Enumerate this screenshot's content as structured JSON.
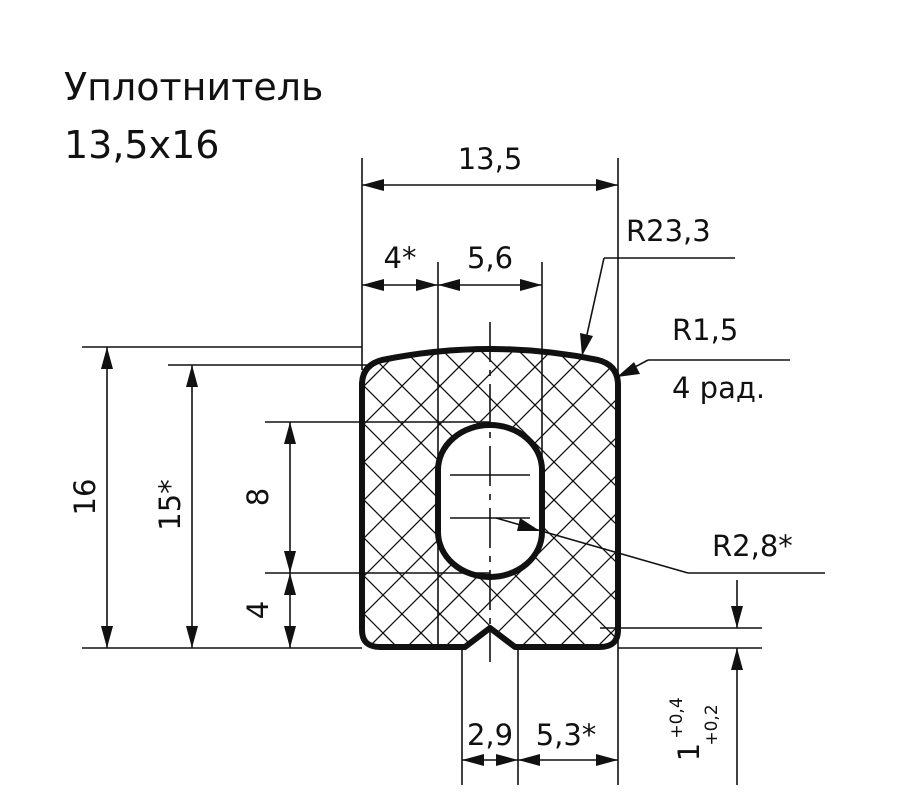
{
  "title": {
    "line1": "Уплотнитель",
    "line2": "13,5x16"
  },
  "dimensions": {
    "width_total": "13,5",
    "left_offset": "4*",
    "cavity_width": "5,6",
    "top_radius": "R23,3",
    "corner_radius": "R1,5",
    "corner_count": "4 рад.",
    "height_total": "16",
    "height_side": "15*",
    "cavity_height": "8",
    "cavity_offset": "4",
    "cavity_radius": "R2,8*",
    "notch_position": "2,9",
    "notch_to_right": "5,3*",
    "notch_depth": "1",
    "notch_depth_tol_upper": "+0,4",
    "notch_depth_tol_lower": "+0,2"
  }
}
